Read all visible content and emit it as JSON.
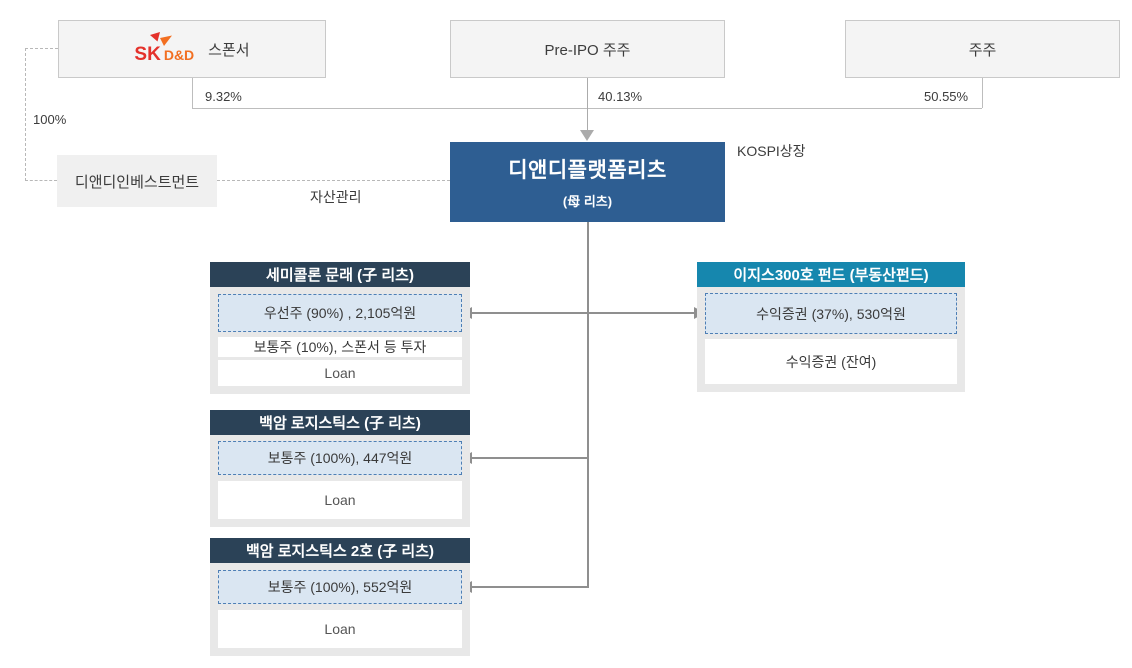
{
  "colors": {
    "parent_box": "#2e5e92",
    "child_header_navy": "#2b4257",
    "fund_header_teal": "#1687ae",
    "highlight_fill": "#dae6f2",
    "highlight_border": "#4e7fb5",
    "sk_red": "#e4312b",
    "sk_orange": "#f26f21"
  },
  "top": {
    "sponsor": {
      "logo_sk": "SK",
      "logo_dd": "D&D",
      "label": "스폰서",
      "stake": "9.32%"
    },
    "pre_ipo": {
      "label": "Pre-IPO 주주",
      "stake": "40.13%"
    },
    "public": {
      "label": "주주",
      "stake": "50.55%"
    }
  },
  "manager": {
    "name": "디앤디인베스트먼트",
    "stake": "100%",
    "role": "자산관리"
  },
  "parent": {
    "name": "디앤디플랫폼리츠",
    "type": "(母 리츠)",
    "listing": "KOSPI상장"
  },
  "children": [
    {
      "title": "세미콜론 문래 (子 리츠)",
      "rows": [
        "우선주 (90%) , 2,105억원",
        "보통주 (10%), 스폰서 등 투자",
        "Loan"
      ]
    },
    {
      "title": "백암 로지스틱스 (子 리츠)",
      "rows": [
        "보통주 (100%), 447억원",
        "Loan"
      ]
    },
    {
      "title": "백암 로지스틱스 2호 (子 리츠)",
      "rows": [
        "보통주 (100%), 552억원",
        "Loan"
      ]
    },
    {
      "title": "이지스300호 펀드 (부동산펀드)",
      "rows": [
        "수익증권 (37%), 530억원",
        "수익증권 (잔여)"
      ]
    }
  ]
}
